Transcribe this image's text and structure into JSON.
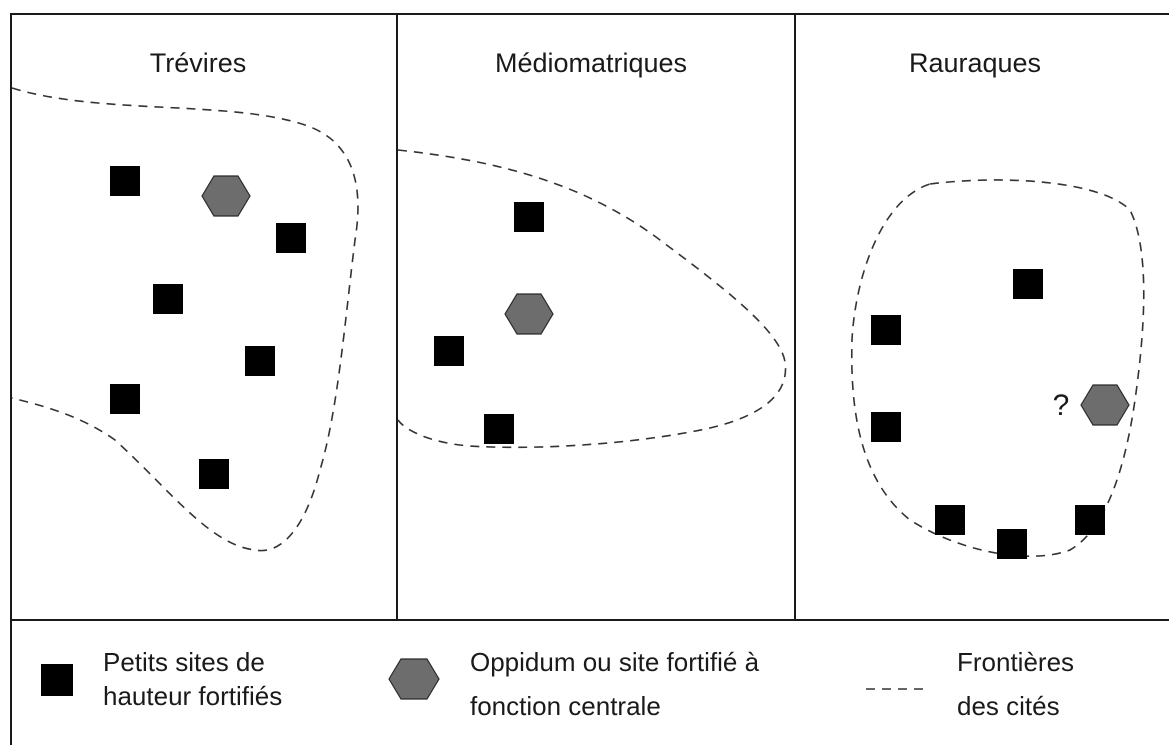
{
  "panels": [
    {
      "id": "trevires",
      "title": "Trévires"
    },
    {
      "id": "mediomatriques",
      "title": "Médiomatriques"
    },
    {
      "id": "rauraques",
      "title": "Rauraques"
    }
  ],
  "uncertain_marker": "?",
  "legend": {
    "small_sites": {
      "line1": "Petits sites de",
      "line2": "hauteur fortifiés"
    },
    "oppidum": {
      "line1": "Oppidum ou site fortifié à",
      "line2": "fonction centrale"
    },
    "borders": {
      "line1": "Frontières",
      "line2": "des cités"
    }
  },
  "colors": {
    "small_site": "#000000",
    "oppidum": "#6d6d6d",
    "lines": "#1a1a1a"
  },
  "icons": {
    "small_site": "black-square-icon",
    "oppidum": "grey-hexagon-icon",
    "border": "dashed-line-icon"
  }
}
